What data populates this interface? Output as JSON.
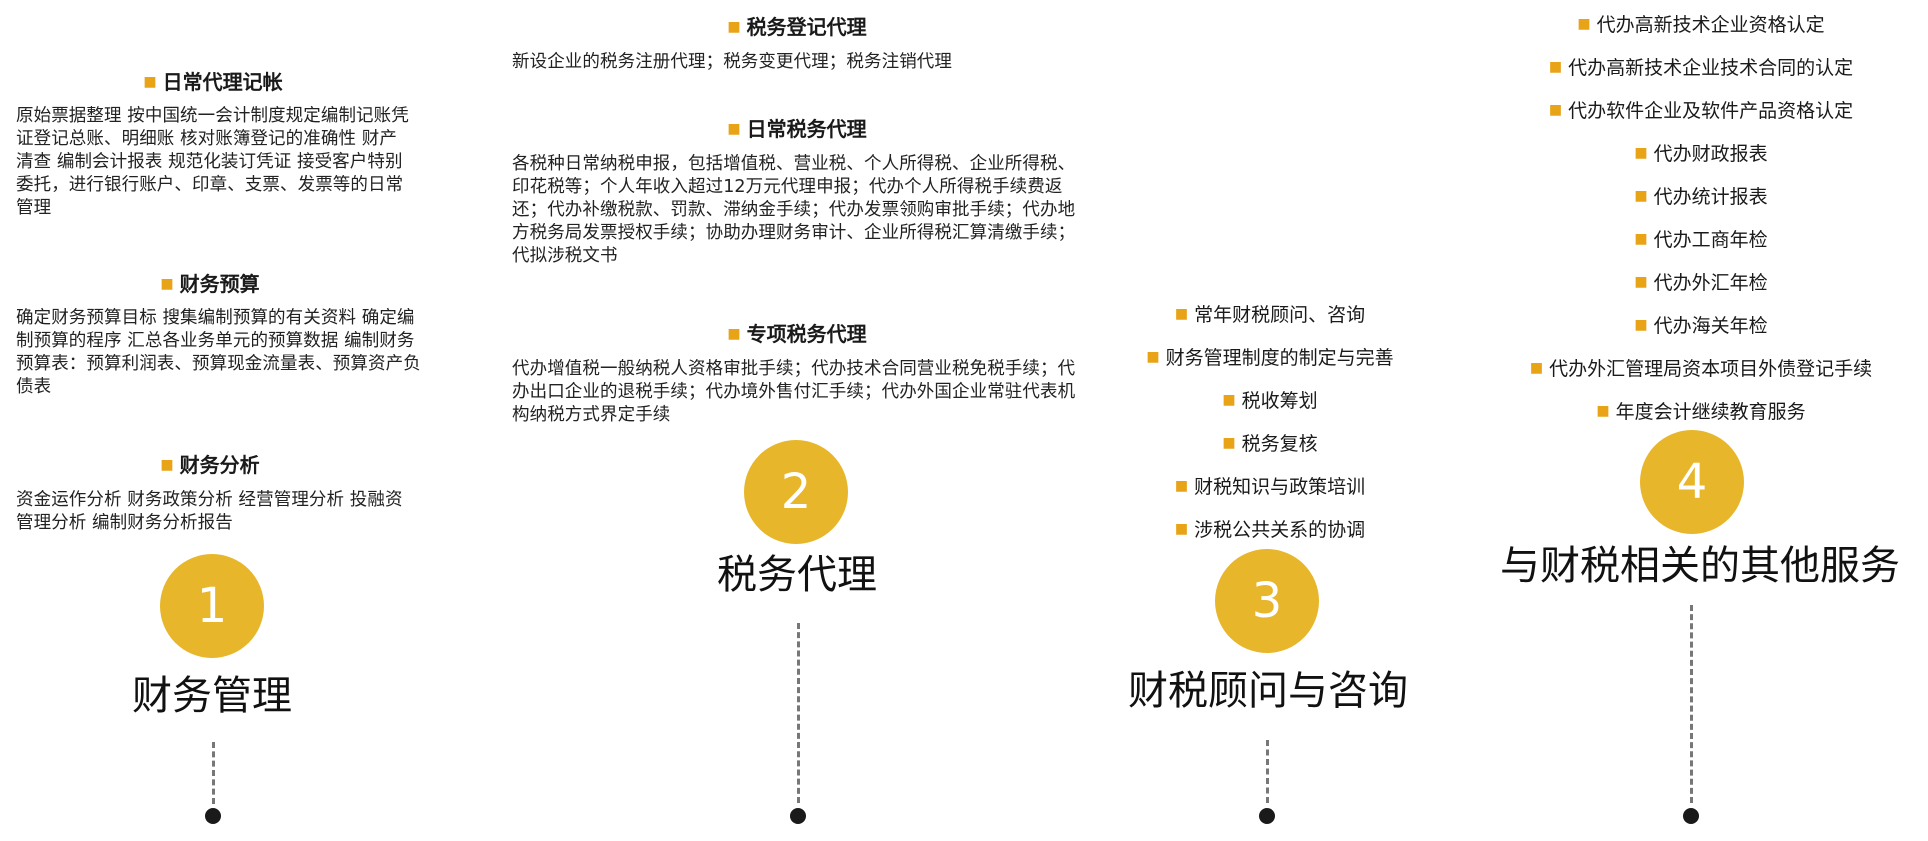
{
  "columns": [
    {
      "number": "1",
      "title": "财务管理",
      "sections": [
        {
          "heading": "日常代理记帐",
          "text": "原始票据整理 按中国统一会计制度规定编制记账凭证登记总账、明细账 核对账簿登记的准确性 财产清查 编制会计报表 规范化装订凭证 接受客户特别委托，进行银行账户、印章、支票、发票等的日常管理"
        },
        {
          "heading": "财务预算",
          "text": "确定财务预算目标 搜集编制预算的有关资料 确定编制预算的程序 汇总各业务单元的预算数据 编制财务预算表：预算利润表、预算现金流量表、预算资产负债表"
        },
        {
          "heading": "财务分析",
          "text": "资金运作分析 财务政策分析 经营管理分析 投融资管理分析 编制财务分析报告"
        }
      ]
    },
    {
      "number": "2",
      "title": "税务代理",
      "sections": [
        {
          "heading": "税务登记代理",
          "text": "新设企业的税务注册代理；税务变更代理；税务注销代理"
        },
        {
          "heading": "日常税务代理",
          "text": "各税种日常纳税申报，包括增值税、营业税、个人所得税、企业所得税、印花税等；个人年收入超过12万元代理申报；代办个人所得税手续费返还；代办补缴税款、罚款、滞纳金手续；代办发票领购审批手续；代办地方税务局发票授权手续；协助办理财务审计、企业所得税汇算清缴手续；代拟涉税文书"
        },
        {
          "heading": "专项税务代理",
          "text": "代办增值税一般纳税人资格审批手续；代办技术合同营业税免税手续；代办出口企业的退税手续；代办境外售付汇手续；代办外国企业常驻代表机构纳税方式界定手续"
        }
      ]
    },
    {
      "number": "3",
      "title": "财税顾问与咨询",
      "items": [
        "常年财税顾问、咨询",
        "财务管理制度的制定与完善",
        "税收筹划",
        "税务复核",
        "财税知识与政策培训",
        "涉税公共关系的协调"
      ]
    },
    {
      "number": "4",
      "title": "与财税相关的其他服务",
      "items": [
        "代办高新技术企业资格认定",
        "代办高新技术企业技术合同的认定",
        "代办软件企业及软件产品资格认定",
        "代办财政报表",
        "代办统计报表",
        "代办工商年检",
        "代办外汇年检",
        "代办海关年检",
        "代办外汇管理局资本项目外债登记手续",
        "年度会计继续教育服务"
      ]
    }
  ],
  "colors": {
    "accent": "#e7b62a",
    "bullet": "#e8a317",
    "dot": "#1a1a1a"
  }
}
